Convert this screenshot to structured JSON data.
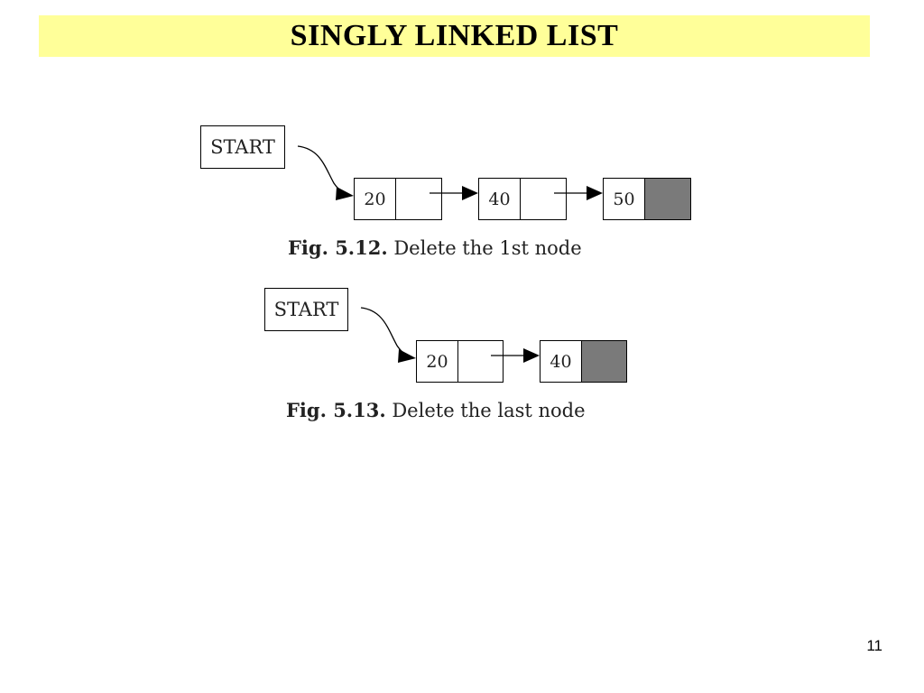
{
  "title": "SINGLY LINKED LIST",
  "figure1": {
    "start_label": "START",
    "nodes": [
      "20",
      "40",
      "50"
    ],
    "caption_number": "Fig. 5.12.",
    "caption_text": "Delete the 1st node"
  },
  "figure2": {
    "start_label": "START",
    "nodes": [
      "20",
      "40"
    ],
    "caption_number": "Fig. 5.13.",
    "caption_text": "Delete the last node"
  },
  "colors": {
    "title_background": "#ffff99",
    "null_pointer": "#7a7a7a"
  },
  "page_number": "11"
}
